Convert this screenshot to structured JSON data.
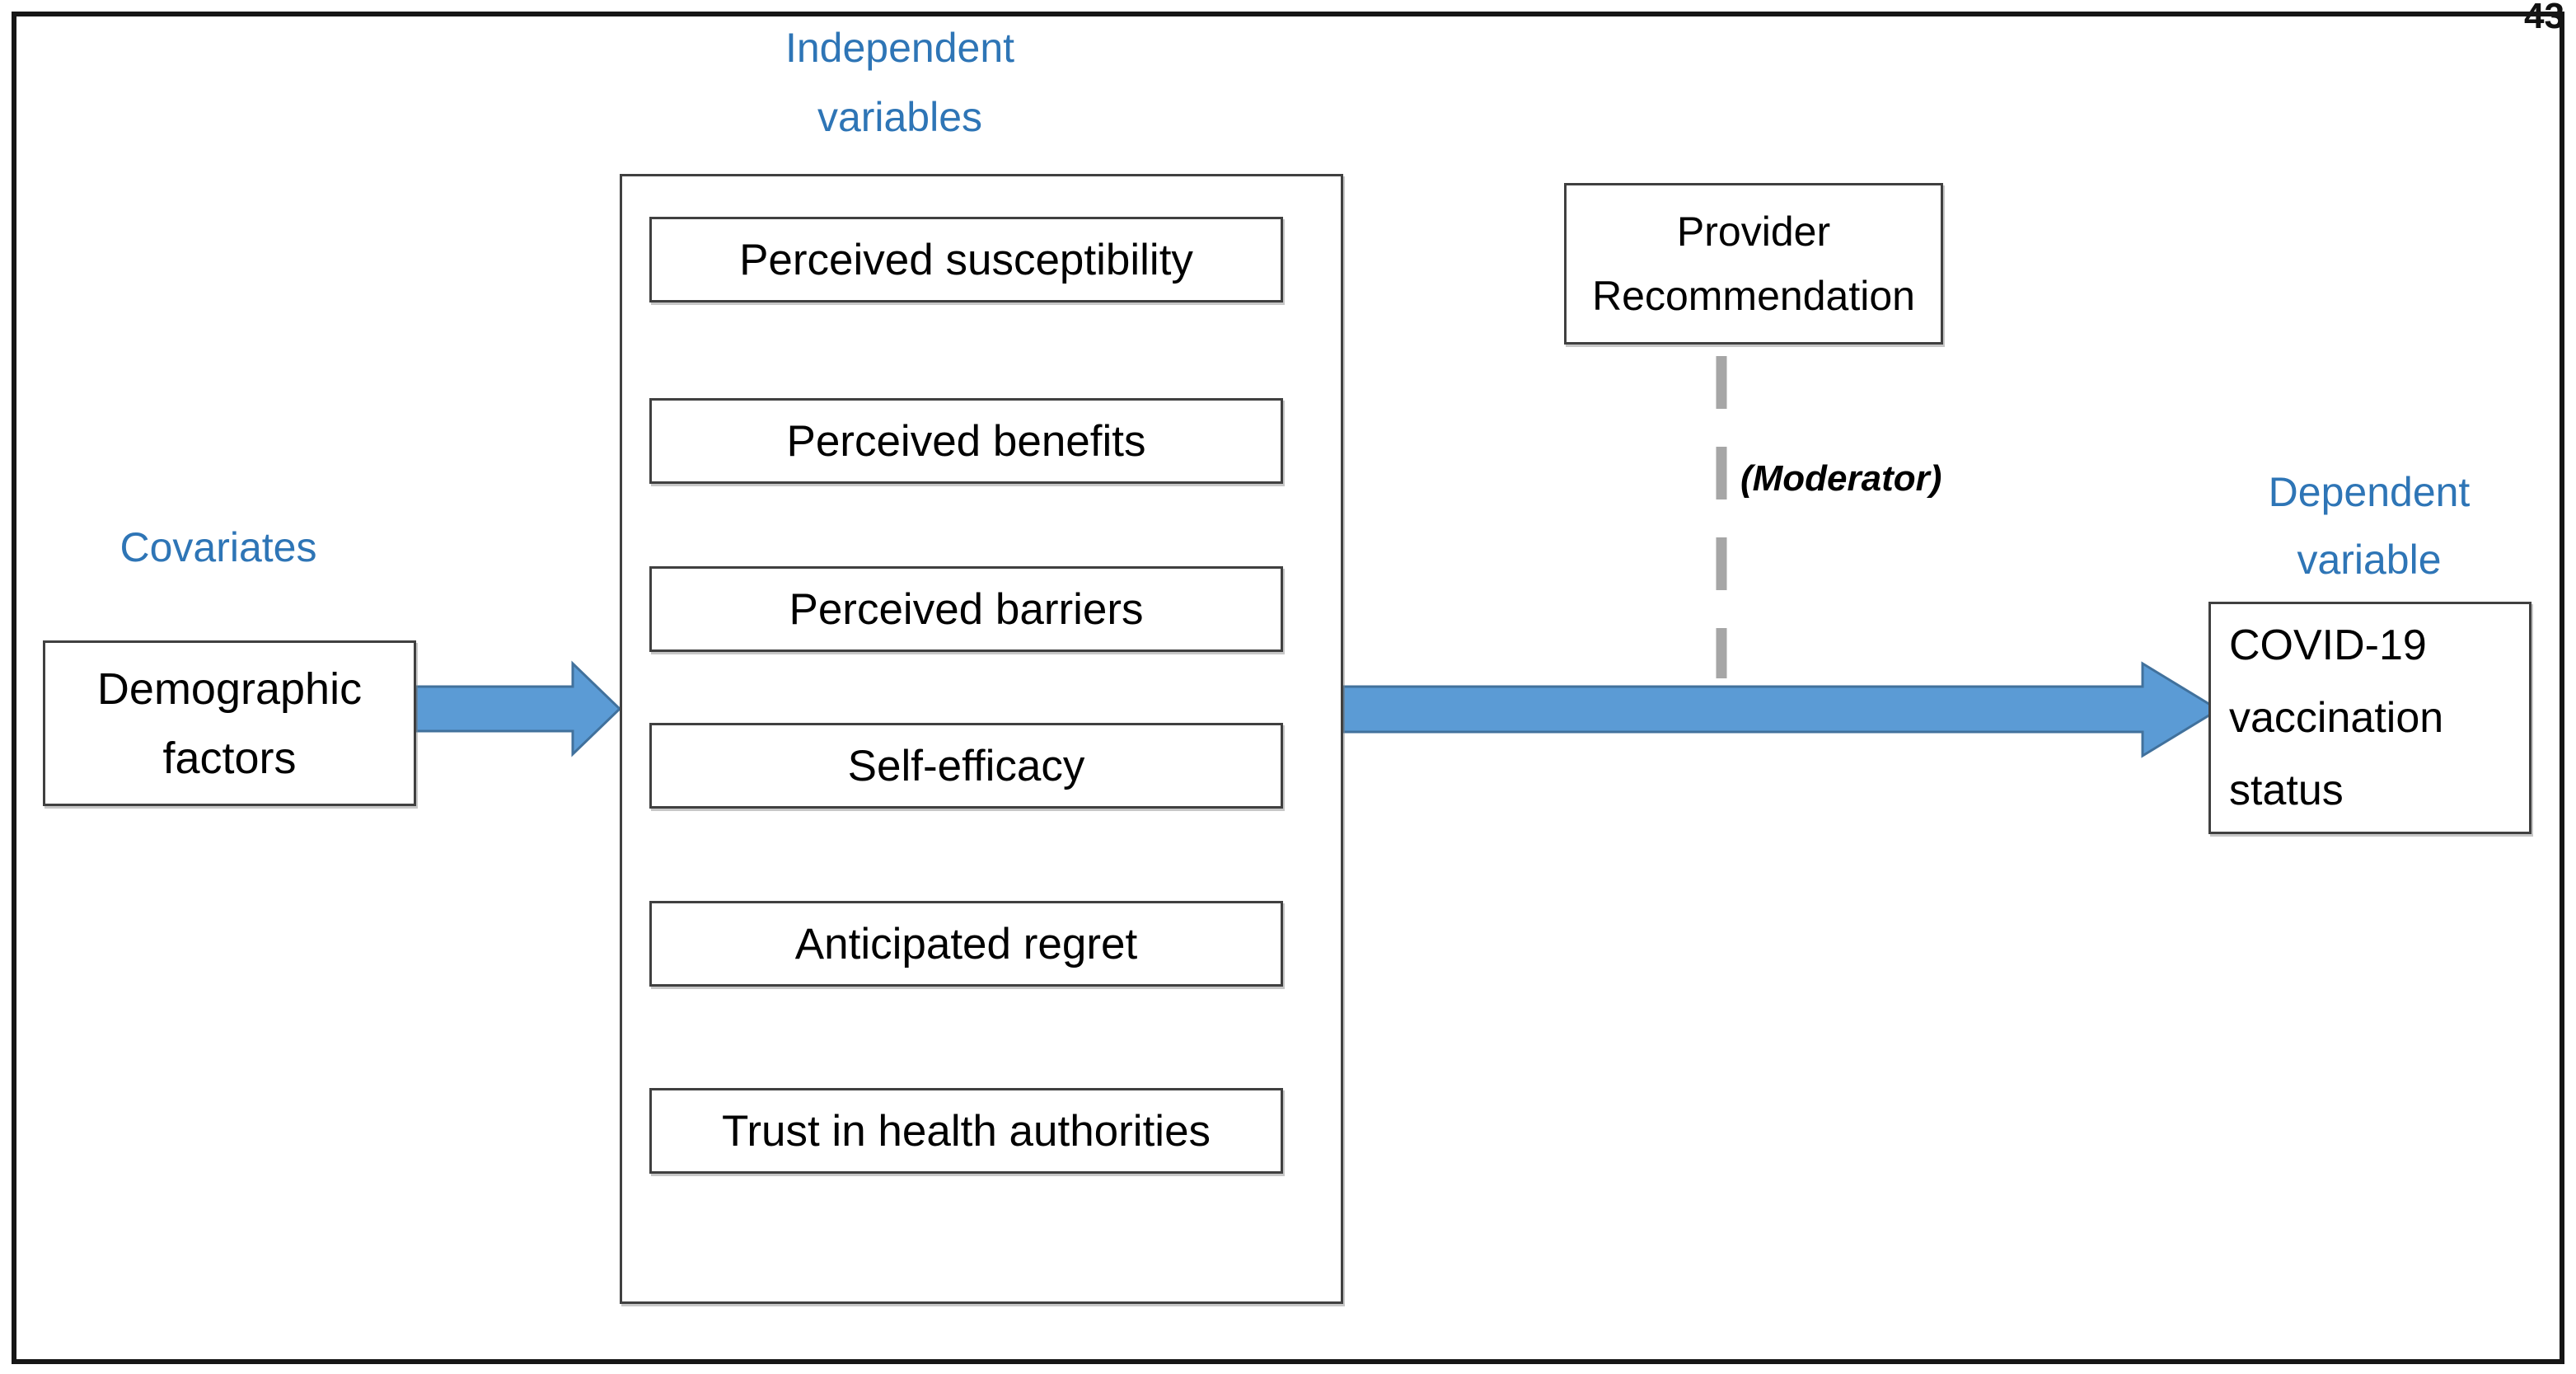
{
  "page": {
    "corner_number": "43"
  },
  "colors": {
    "label_blue": "#2E75B6",
    "arrow_fill": "#5B9BD5",
    "arrow_outline": "#41719C",
    "moderator_dash_gray": "#A6A6A6",
    "box_border": "#404040",
    "frame_border": "#161616"
  },
  "labels": {
    "independent": {
      "line1": "Independent",
      "line2": "variables"
    },
    "covariates": "Covariates",
    "dependent": {
      "line1": "Dependent",
      "line2": "variable"
    },
    "moderator": "(Moderator)"
  },
  "boxes": {
    "demographic": {
      "line1": "Demographic",
      "line2": "factors"
    },
    "independent_items": [
      "Perceived susceptibility",
      "Perceived benefits",
      "Perceived barriers",
      "Self-efficacy",
      "Anticipated regret",
      "Trust in health authorities"
    ],
    "provider": {
      "line1": "Provider",
      "line2": "Recommendation"
    },
    "outcome": {
      "line1": "COVID-19",
      "line2": "vaccination",
      "line3": "status"
    }
  }
}
